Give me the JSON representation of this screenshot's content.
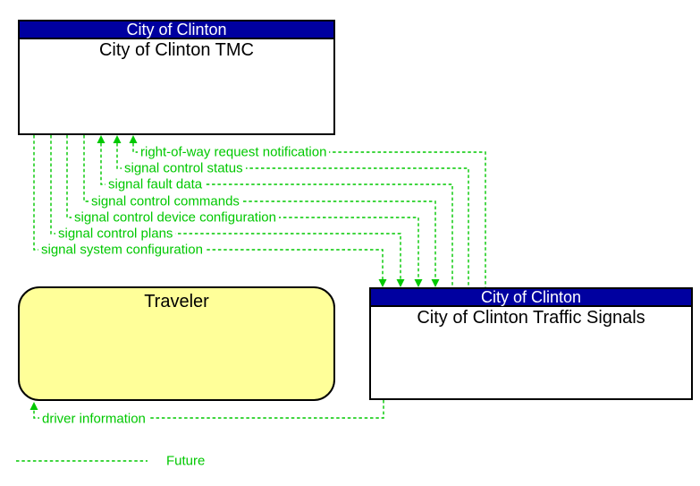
{
  "colors": {
    "future_green": "#00C800",
    "entity_header_blue": "#0000A0",
    "terminator_yellow": "#FFFF99"
  },
  "entities": {
    "tmc": {
      "header": "City of Clinton",
      "name": "City of Clinton TMC"
    },
    "traffic_signals": {
      "header": "City of Clinton",
      "name": "City of Clinton Traffic Signals"
    },
    "traveler": {
      "name": "Traveler"
    }
  },
  "flows": [
    {
      "label": "right-of-way request notification",
      "from": "traffic_signals",
      "to": "tmc",
      "status": "future"
    },
    {
      "label": "signal control status",
      "from": "traffic_signals",
      "to": "tmc",
      "status": "future"
    },
    {
      "label": "signal fault data",
      "from": "traffic_signals",
      "to": "tmc",
      "status": "future"
    },
    {
      "label": "signal control commands",
      "from": "tmc",
      "to": "traffic_signals",
      "status": "future"
    },
    {
      "label": "signal control device configuration",
      "from": "tmc",
      "to": "traffic_signals",
      "status": "future"
    },
    {
      "label": "signal control plans",
      "from": "tmc",
      "to": "traffic_signals",
      "status": "future"
    },
    {
      "label": "signal system configuration",
      "from": "tmc",
      "to": "traffic_signals",
      "status": "future"
    },
    {
      "label": "driver information",
      "from": "traffic_signals",
      "to": "traveler",
      "status": "future"
    }
  ],
  "legend": {
    "items": [
      {
        "label": "Future",
        "style": "dashed-green-line"
      }
    ]
  }
}
